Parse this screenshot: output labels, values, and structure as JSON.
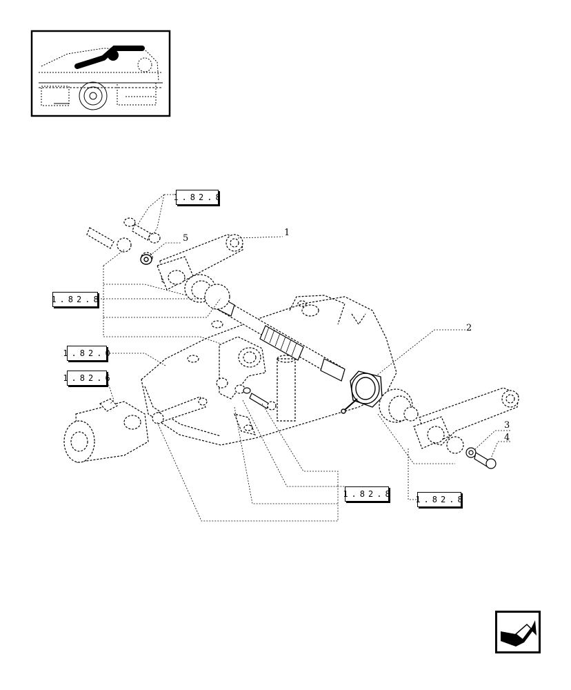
{
  "references": {
    "ref_a": "1.82.8",
    "ref_b": "1.82.8",
    "ref_c": "1.82.0",
    "ref_d": "1.82.6",
    "ref_e": "1.82.8",
    "ref_f": "1.82.8"
  },
  "callouts": [
    "1",
    "2",
    "3",
    "4",
    "5"
  ],
  "icons": {
    "thumbnail": "tractor-location-thumbnail",
    "nav": "next-page-arrow-icon"
  }
}
